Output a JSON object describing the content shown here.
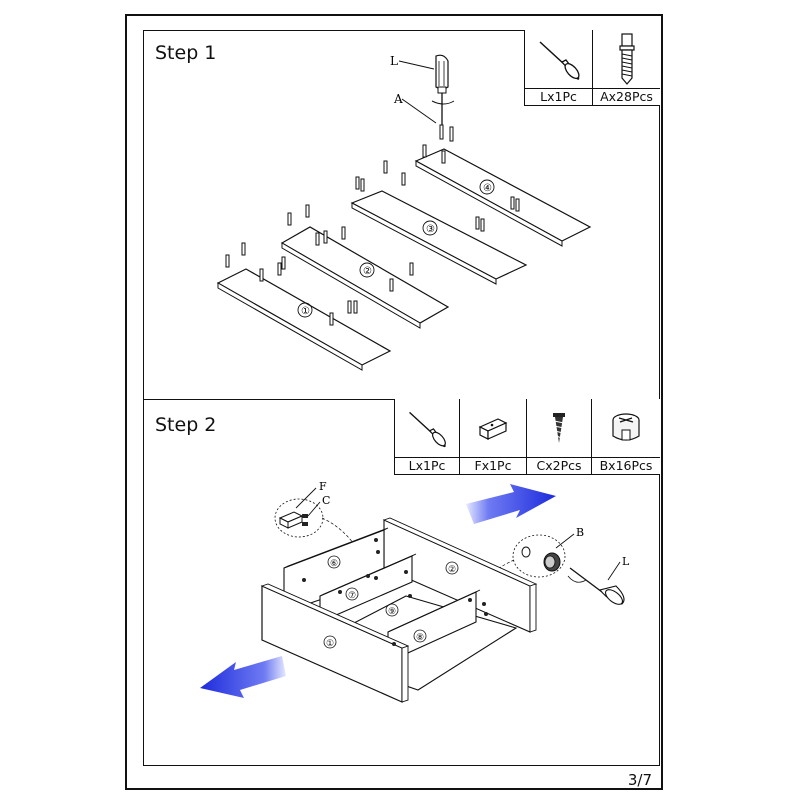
{
  "page": {
    "number": "3/7"
  },
  "step1": {
    "title": "Step 1",
    "parts": [
      {
        "label": "Lx1Pc",
        "icon": "screwdriver-icon"
      },
      {
        "label": "Ax28Pcs",
        "icon": "cam-bolt-icon"
      }
    ],
    "callouts": {
      "screwdriver": "L",
      "bolt": "A"
    },
    "panel_numbers": [
      "①",
      "②",
      "③",
      "④"
    ]
  },
  "step2": {
    "title": "Step 2",
    "parts": [
      {
        "label": "Lx1Pc",
        "icon": "screwdriver-icon"
      },
      {
        "label": "Fx1Pc",
        "icon": "block-icon"
      },
      {
        "label": "Cx2Pcs",
        "icon": "screw-icon"
      },
      {
        "label": "Bx16Pcs",
        "icon": "cam-lock-icon"
      }
    ],
    "callouts": {
      "block": "F",
      "screw": "C",
      "cam_lock": "B",
      "screwdriver": "L"
    },
    "panel_numbers": [
      "①",
      "②",
      "⑥",
      "⑦",
      "⑧",
      "⑨"
    ]
  },
  "colors": {
    "arrow_blue": "#2a37e6",
    "line": "#111111"
  }
}
